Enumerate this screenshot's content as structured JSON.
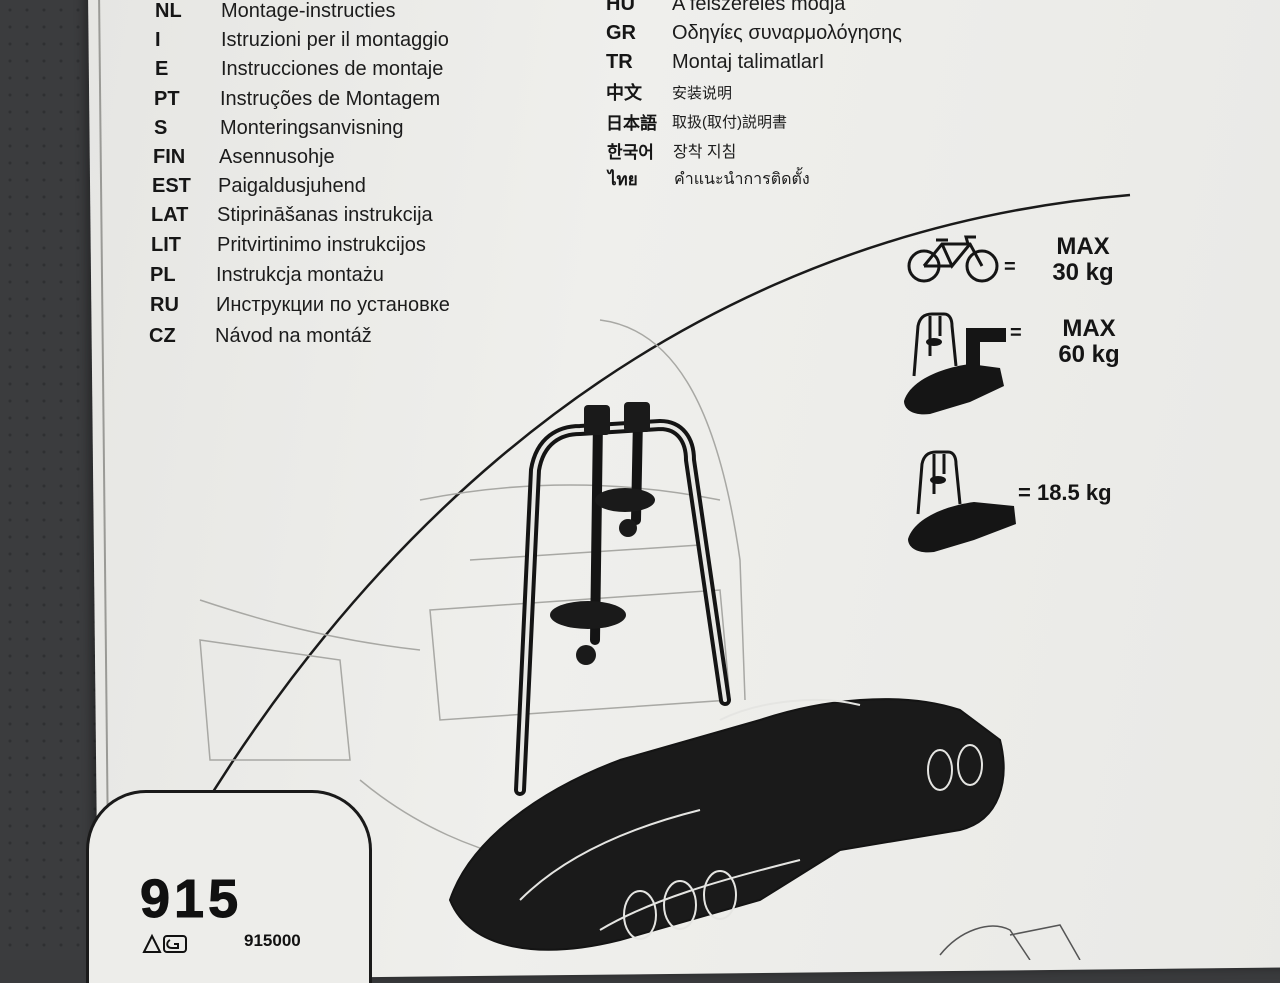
{
  "languages_left": [
    {
      "code": "NL",
      "text": "Montage-instructies"
    },
    {
      "code": "I",
      "text": "Istruzioni per il montaggio"
    },
    {
      "code": "E",
      "text": "Instrucciones de montaje"
    },
    {
      "code": "PT",
      "text": "Instruções de Montagem"
    },
    {
      "code": "S",
      "text": "Monteringsanvisning"
    },
    {
      "code": "FIN",
      "text": "Asennusohje"
    },
    {
      "code": "EST",
      "text": "Paigaldusjuhend"
    },
    {
      "code": "LAT",
      "text": "Stiprināšanas instrukcija"
    },
    {
      "code": "LIT",
      "text": "Pritvirtinimo instrukcijos"
    },
    {
      "code": "PL",
      "text": "Instrukcja montażu"
    },
    {
      "code": "RU",
      "text": "Инструкции по установке"
    },
    {
      "code": "CZ",
      "text": "Návod na montáž"
    }
  ],
  "languages_right": [
    {
      "code": "HU",
      "text": "A felszerelés módja"
    },
    {
      "code": "GR",
      "text": "Οδηγίες συναρμολόγησης"
    },
    {
      "code": "TR",
      "text": "Montaj talimatlarI"
    },
    {
      "code": "中文",
      "text": "安装说明"
    },
    {
      "code": "日本語",
      "text": "取扱(取付)説明書"
    },
    {
      "code": "한국어",
      "text": "장착 지침"
    },
    {
      "code": "ไทย",
      "text": "คำแนะนำการติดตั้ง"
    }
  ],
  "specs": {
    "bike": {
      "eq": "=",
      "line1": "MAX",
      "line2": "30 kg"
    },
    "loaded": {
      "eq": "=",
      "line1": "MAX",
      "line2": "60 kg"
    },
    "carrier": {
      "eq": "= 18.5 kg"
    }
  },
  "model": {
    "number": "915",
    "code": "915000"
  },
  "icons": [
    "bicycle-icon",
    "loaded-carrier-icon",
    "weight-arrow-icon",
    "carrier-icon",
    "certification-logo-icon"
  ],
  "colors": {
    "paper": "#ecece9",
    "ink": "#151515",
    "background": "#3b3c3e"
  }
}
